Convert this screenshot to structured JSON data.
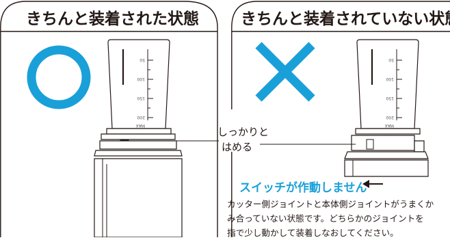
{
  "left_panel": {
    "title": "きちんと装着された状態",
    "mark": "circle-ok"
  },
  "right_panel": {
    "title": "きちんと装着されていない状態",
    "mark": "cross-ng"
  },
  "callout": {
    "line1": "しっかりと",
    "line2": "はめる"
  },
  "warning": {
    "title": "スイッチが作動しません",
    "lines": [
      "カッター側ジョイントと本体側ジョイントがうまくか",
      "み合っていない状態です。どちらかのジョイントを",
      "指で少し動かして装着しなおしてください。"
    ]
  },
  "cup_scale": [
    "50",
    "100",
    "150",
    "200",
    "MAX"
  ],
  "colors": {
    "ok_mark": "#1aa0d8",
    "ng_mark": "#1aa0d8",
    "warning_title": "#1aa0d8",
    "line": "#231815"
  }
}
